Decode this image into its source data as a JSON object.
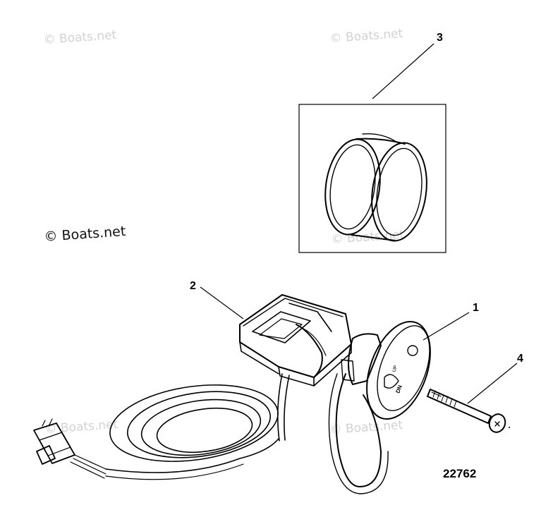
{
  "watermarks": {
    "top_left": "© Boats.net",
    "top_right": "© Boats.net",
    "middle_left": "© Boats.net",
    "bottom_left": "© Boats.net",
    "bottom_mid": "© Boats.net",
    "box_overlay": "© Boats.net"
  },
  "callouts": {
    "c1": "1",
    "c2": "2",
    "c3": "3",
    "c4": "4"
  },
  "figure_number": "22762",
  "parts": {
    "switch_text_top": "UP",
    "switch_text_bottom": "DN"
  }
}
